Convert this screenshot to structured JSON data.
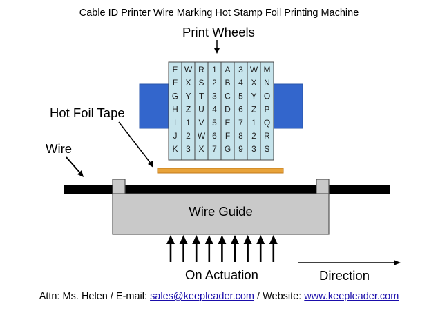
{
  "title": "Cable ID Printer Wire Marking Hot Stamp Foil Printing Machine",
  "labels": {
    "print_wheels": "Print Wheels",
    "hot_foil_tape": "Hot Foil Tape",
    "wire": "Wire",
    "wire_guide": "Wire Guide",
    "on_actuation": "On Actuation",
    "direction": "Direction"
  },
  "print_wheels": [
    [
      "E",
      "F",
      "G",
      "H",
      "I",
      "J",
      "K"
    ],
    [
      "W",
      "X",
      "Y",
      "Z",
      "1",
      "2",
      "3"
    ],
    [
      "R",
      "S",
      "T",
      "U",
      "V",
      "W",
      "X"
    ],
    [
      "1",
      "2",
      "3",
      "4",
      "5",
      "6",
      "7"
    ],
    [
      "A",
      "B",
      "C",
      "D",
      "E",
      "F",
      "G"
    ],
    [
      "3",
      "4",
      "5",
      "6",
      "7",
      "8",
      "9"
    ],
    [
      "W",
      "X",
      "Y",
      "Z",
      "1",
      "2",
      "3"
    ],
    [
      "M",
      "N",
      "O",
      "P",
      "Q",
      "R",
      "S"
    ]
  ],
  "footer": {
    "prefix": "Attn: Ms. Helen / E-mail: ",
    "email": "sales@keepleader.com",
    "middle": " / Website: ",
    "website": "www.keepleader.com"
  },
  "colors": {
    "wheel_fill": "#c6e4ec",
    "side_block": "#3366cc",
    "foil_tape": "#e8a33a",
    "wire_guide": "#c9c9c9"
  }
}
